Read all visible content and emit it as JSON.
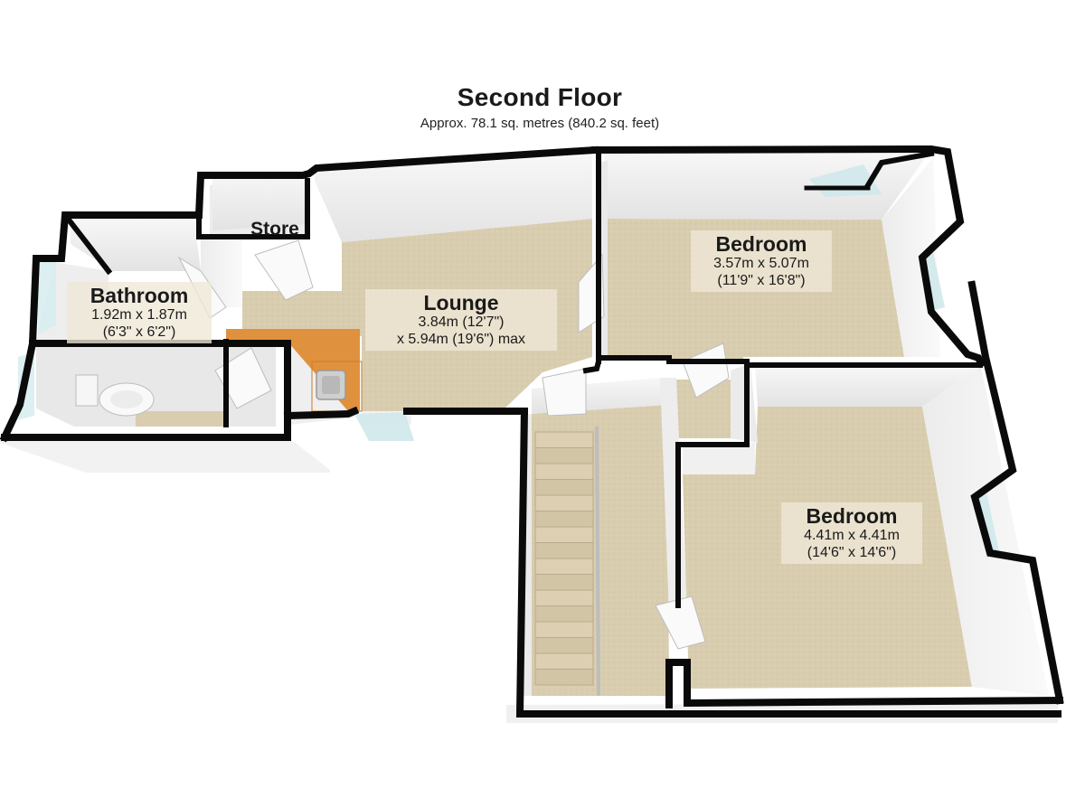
{
  "floor": {
    "title": "Second Floor",
    "area": "Approx.  78.1 sq. metres (840.2 sq. feet)"
  },
  "rooms": {
    "lounge": {
      "name": "Lounge",
      "dim1": "3.84m (12'7\")",
      "dim2": "x 5.94m (19'6\") max"
    },
    "bedroom_1": {
      "name": "Bedroom",
      "dim1": "3.57m x 5.07m",
      "dim2": "(11'9\" x 16'8\")"
    },
    "bedroom_2": {
      "name": "Bedroom",
      "dim1": "4.41m x 4.41m",
      "dim2": "(14'6\" x 14'6\")"
    },
    "bathroom": {
      "name": "Bathroom",
      "dim1": "1.92m x 1.87m",
      "dim2": "(6'3\" x 6'2\")"
    },
    "store": {
      "name": "Store"
    }
  },
  "colors": {
    "carpet": "#d9cdb0",
    "wall_face": "#f4f4f4",
    "wall_top": "#0a0a0a",
    "worktop": "#e0913d",
    "bathroom_floor": "#e8e8e8",
    "window": "#cfe8ea"
  }
}
